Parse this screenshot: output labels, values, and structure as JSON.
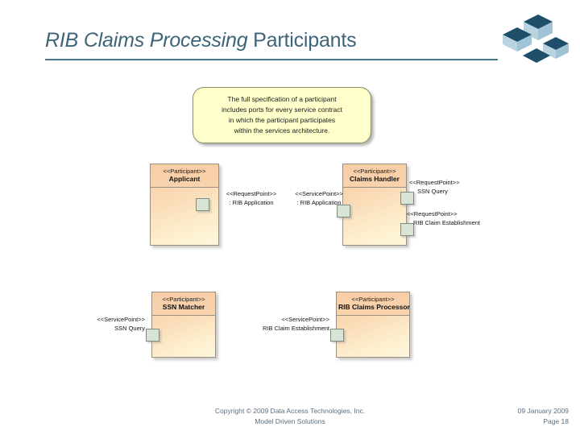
{
  "slide": {
    "title_italic": "RIB Claims Processing",
    "title_regular": " Participants",
    "logo_name": "dat-isometric-logo"
  },
  "callout": {
    "line1": "The full specification of a participant",
    "line2": "includes ports for every service contract",
    "line3": "in which the participant participates",
    "line4": "within the services architecture."
  },
  "diagram": {
    "participants": [
      {
        "stereotype": "<<Participant>>",
        "name": "Applicant"
      },
      {
        "stereotype": "<<Participant>>",
        "name": "Claims Handler"
      },
      {
        "stereotype": "<<Participant>>",
        "name": "SSN Matcher"
      },
      {
        "stereotype": "<<Participant>>",
        "name": "RIB Claims Processor"
      }
    ],
    "ports": [
      {
        "stereotype": "<<RequestPoint>>",
        "label": ": RIB Application"
      },
      {
        "stereotype": "<<ServicePoint>>",
        "label": ": RIB Application"
      },
      {
        "stereotype": "<<RequestPoint>>",
        "label": "SSN Query"
      },
      {
        "stereotype": "<<RequestPoint>>",
        "label": "RIB Claim Establishment"
      },
      {
        "stereotype": "<<ServicePoint>>",
        "label": "SSN Query"
      },
      {
        "stereotype": "<<ServicePoint>>",
        "label": "RIB Claim Establishment"
      }
    ]
  },
  "footer": {
    "copyright": "Copyright © 2009 Data Access Technologies, Inc.",
    "company": "Model Driven Solutions",
    "date": "09 January 2009",
    "page": "Page 18"
  },
  "colors": {
    "title": "#3d6479",
    "rule": "#4a7a92",
    "callout_fill": "#ffffcc",
    "box_border": "#9c8f80",
    "port_fill": "#d7e4d6",
    "logo_dark": "#1f4e6b",
    "logo_light": "#b9d3e0",
    "footer_text": "#5b6f80"
  }
}
